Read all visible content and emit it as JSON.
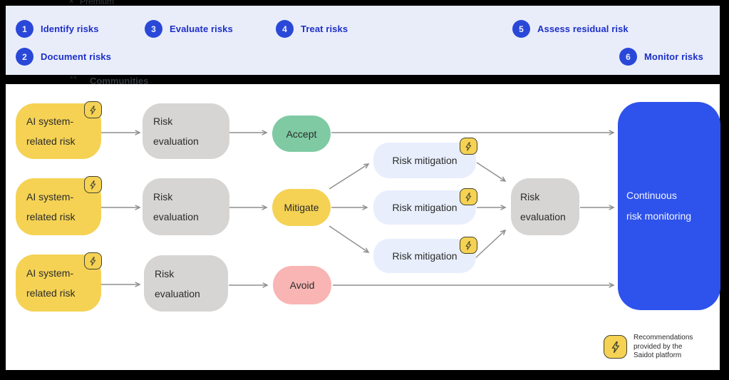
{
  "background": {
    "premium": "Premium",
    "communities": "Communities"
  },
  "steps_bar": {
    "items": [
      {
        "number": "1",
        "label": "Identify risks"
      },
      {
        "number": "2",
        "label": "Document risks"
      },
      {
        "number": "3",
        "label": "Evaluate risks"
      },
      {
        "number": "4",
        "label": "Treat risks"
      },
      {
        "number": "5",
        "label": "Assess residual risk"
      },
      {
        "number": "6",
        "label": "Monitor risks"
      }
    ]
  },
  "diagram": {
    "ai_risk": {
      "line1": "AI system-",
      "line2": "related risk"
    },
    "risk_evaluation": {
      "line1": "Risk",
      "line2": "evaluation"
    },
    "risk_mitigation": "Risk mitigation",
    "accept": "Accept",
    "mitigate": "Mitigate",
    "avoid": "Avoid",
    "monitoring": {
      "line1": "Continuous",
      "line2": "risk monitoring"
    },
    "legend": {
      "line1": "Recommendations",
      "line2": "provided by the",
      "line3": "Saidot platform"
    }
  },
  "colors": {
    "yellow": "#f5d254",
    "gray": "#d6d5d3",
    "green": "#7fcaa3",
    "pink": "#f8b5b3",
    "lavender": "#e8eefc",
    "blue": "#2e52ec",
    "bar_background": "#e9edfa",
    "step_circle": "#2a48d8",
    "step_text": "#1d2fc7",
    "arrow": "#8f8f8f"
  }
}
